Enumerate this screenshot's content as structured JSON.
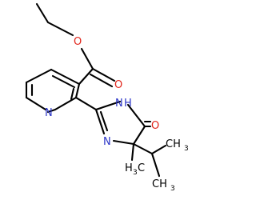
{
  "molecule": {
    "colors": {
      "carbon": "#000000",
      "nitrogen": "#2b35c8",
      "oxygen": "#e1261c",
      "background": "#ffffff"
    },
    "labels": {
      "ester_o_single": "O",
      "ester_o_double": "O",
      "pyridine_n": "N",
      "nh_n": "N",
      "nh_h": "H",
      "ring_n": "N",
      "carbonyl_o": "O",
      "methyl_c": "C",
      "methyl_h": "H",
      "methyl_sub": "3",
      "isopropyl_ch3_right_c": "CH",
      "isopropyl_ch3_right_sub": "3",
      "isopropyl_ch3_bottom_c": "CH",
      "isopropyl_ch3_bottom_sub": "3"
    }
  }
}
